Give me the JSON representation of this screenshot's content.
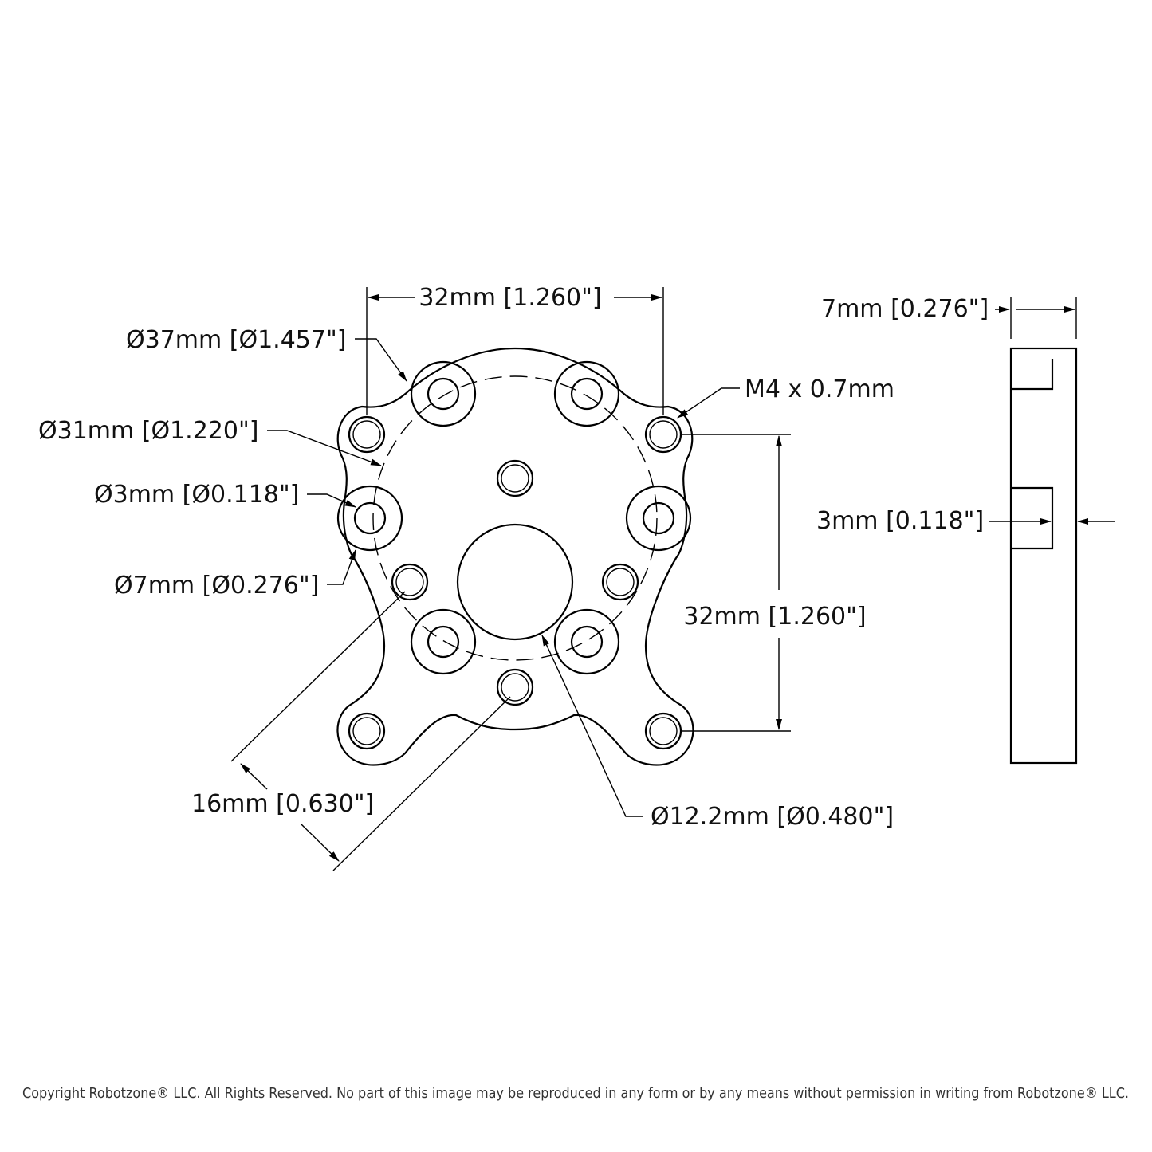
{
  "dimensions": {
    "top_width": "32mm [1.260\"]",
    "outer_diameter": "Ø37mm [Ø1.457\"]",
    "bolt_circle": "Ø31mm [Ø1.220\"]",
    "small_hole": "Ø3mm [Ø0.118\"]",
    "counterbore": "Ø7mm [Ø0.276\"]",
    "thread": "M4 x 0.7mm",
    "side_thickness": "7mm [0.276\"]",
    "side_step": "3mm [0.118\"]",
    "vertical_spacing": "32mm [1.260\"]",
    "diagonal_spacing": "16mm [0.630\"]",
    "center_bore": "Ø12.2mm [Ø0.480\"]"
  },
  "footer": {
    "copyright": "Copyright Robotzone® LLC.  All Rights Reserved. No part of this image may be reproduced in any form or by any means without permission in writing from Robotzone® LLC."
  }
}
